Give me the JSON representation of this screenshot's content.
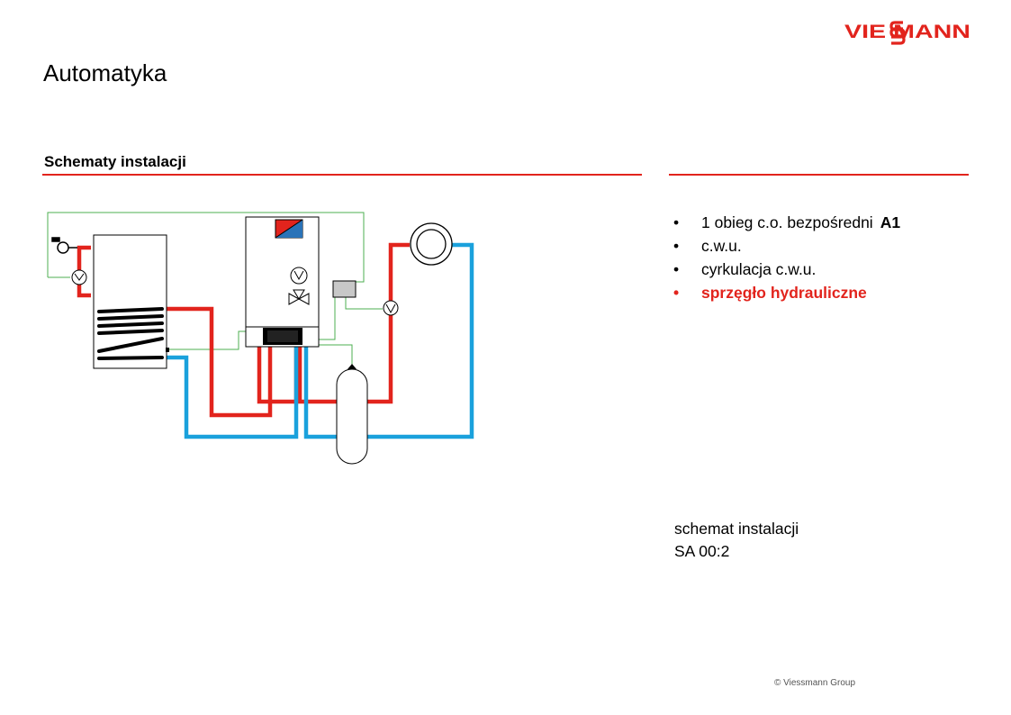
{
  "brand": {
    "logo_text": "VIESMANN",
    "color": "#e2241d"
  },
  "page": {
    "title": "Automatyka",
    "section_title": "Schematy instalacji"
  },
  "features": [
    {
      "text": "1 obieg c.o. bezpośredni",
      "tag": "A1",
      "highlight": false
    },
    {
      "text": "c.w.u.",
      "tag": "",
      "highlight": false
    },
    {
      "text": "cyrkulacja c.w.u.",
      "tag": "",
      "highlight": false
    },
    {
      "text": "sprzęgło hydrauliczne",
      "tag": "",
      "highlight": true
    }
  ],
  "schema": {
    "label": "schemat instalacji",
    "code": "SA 00:2"
  },
  "footer": {
    "copyright": "© Viessmann Group"
  },
  "colors": {
    "hot_pipe": "#e2241d",
    "cold_pipe": "#1aa1dc",
    "control_wire": "#4caf50",
    "accent": "#e2241d",
    "heat_exchanger": "#2a73b8"
  },
  "icons": [
    "viessmann-logo",
    "tap-icon",
    "pump-icon",
    "three-way-valve-icon",
    "heat-exchanger-icon",
    "controller-icon",
    "radiator-icon"
  ]
}
